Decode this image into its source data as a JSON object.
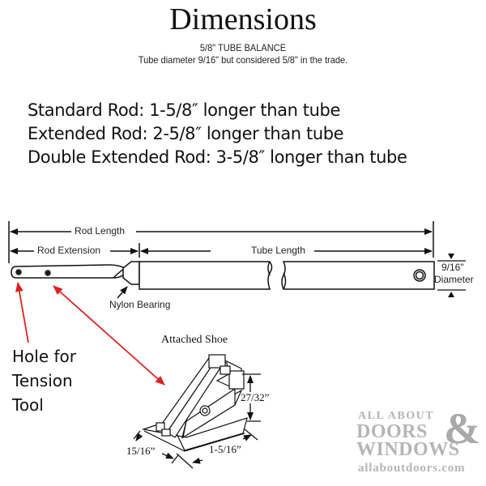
{
  "header": {
    "title": "Dimensions",
    "subtitle": "5/8\" TUBE BALANCE",
    "note": "Tube diameter 9/16\" but considered 5/8\" in the trade."
  },
  "rod_types": [
    {
      "label": "Standard Rod: 1-5/8″ longer than tube"
    },
    {
      "label": "Extended Rod: 2-5/8″ longer than tube"
    },
    {
      "label": "Double Extended Rod: 3-5/8″ longer than tube"
    }
  ],
  "diagram": {
    "rod_length_label": "Rod Length",
    "rod_extension_label": "Rod Extension",
    "tube_length_label": "Tube Length",
    "diameter_value": "9/16\"",
    "diameter_label": "Diameter",
    "nylon_bearing_label": "Nylon Bearing",
    "hole_note": [
      "Hole for",
      "Tension",
      "Tool"
    ],
    "annotation_color": "#e02020"
  },
  "shoe": {
    "title": "Attached Shoe",
    "height_dim": "27/32”",
    "width_dim": "15/16”",
    "length_dim": "1-5/16”"
  },
  "logo": {
    "line1": "ALL ABOUT",
    "line2": "DOORS",
    "ampersand": "&",
    "line3": "WINDOWS",
    "url": "allaboutdoors.com",
    "color": "#b5b5b5"
  }
}
